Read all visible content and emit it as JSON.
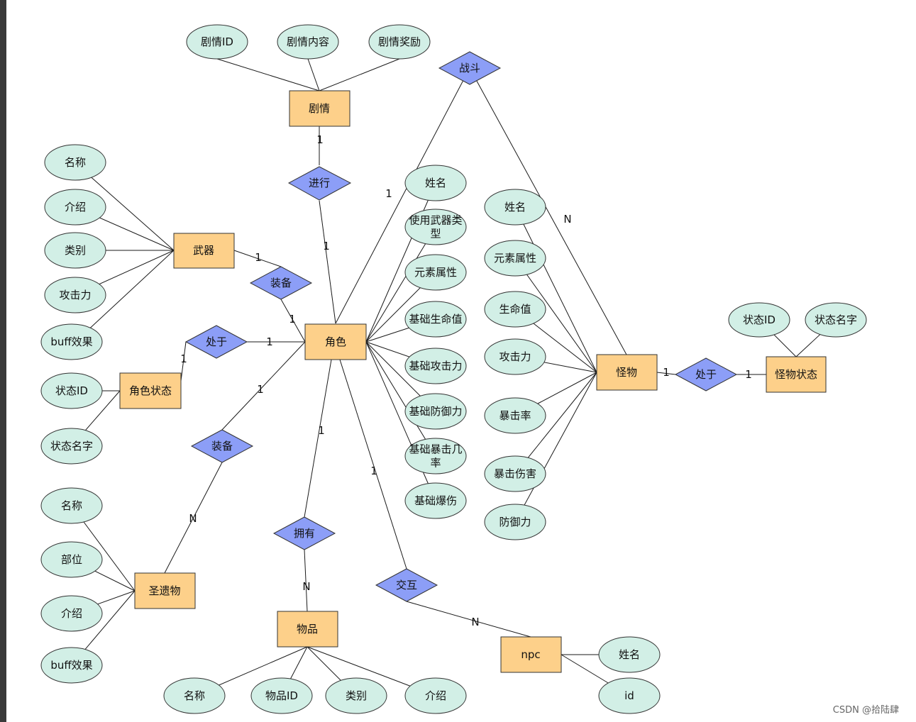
{
  "entities": {
    "story": "剧情",
    "weapon": "武器",
    "role": "角色",
    "role_state": "角色状态",
    "monster": "怪物",
    "monster_state": "怪物状态",
    "relic": "圣遗物",
    "item": "物品",
    "npc": "npc"
  },
  "relations": {
    "battle": "战斗",
    "proceed": "进行",
    "equip_weapon": "装备",
    "in_state_role": "处于",
    "in_state_monster": "处于",
    "equip_relic": "装备",
    "own": "拥有",
    "interact": "交互"
  },
  "attributes": {
    "story": [
      "剧情ID",
      "剧情内容",
      "剧情奖励"
    ],
    "weapon": [
      "名称",
      "介绍",
      "类别",
      "攻击力",
      "buff效果"
    ],
    "role_state": [
      "状态ID",
      "状态名字"
    ],
    "role": [
      "姓名",
      "使用武器类\n型",
      "元素属性",
      "基础生命值",
      "基础攻击力",
      "基础防御力",
      "基础暴击几\n率",
      "基础爆伤"
    ],
    "monster": [
      "姓名",
      "元素属性",
      "生命值",
      "攻击力",
      "暴击率",
      "暴击伤害",
      "防御力"
    ],
    "monster_state": [
      "状态ID",
      "状态名字"
    ],
    "relic": [
      "名称",
      "部位",
      "介绍",
      "buff效果"
    ],
    "item": [
      "名称",
      "物品ID",
      "类别",
      "介绍"
    ],
    "npc": [
      "姓名",
      "id"
    ]
  },
  "cardinalities": {
    "story_proceed": "1",
    "proceed_role": "1",
    "role_battle": "1",
    "battle_monster": "N",
    "weapon_equip": "1",
    "equip_role": "1",
    "state_in": "1",
    "in_role": "1",
    "role_equip_relic": "1",
    "equip_relic_relic": "N",
    "role_own": "1",
    "own_item": "N",
    "role_interact": "1",
    "interact_npc": "N",
    "monster_in": "1",
    "in_monster_state": "1"
  },
  "footer": "CSDN @拾陆肆"
}
